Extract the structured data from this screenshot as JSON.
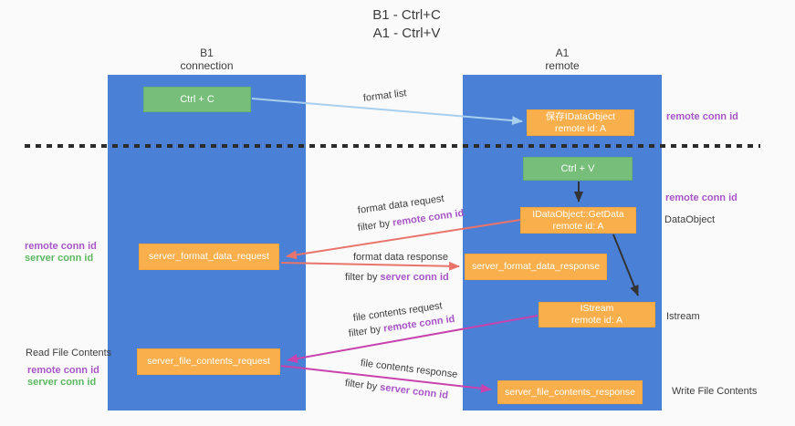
{
  "title": {
    "line1": "B1 - Ctrl+C",
    "line2": "A1 - Ctrl+V"
  },
  "columns": {
    "left": {
      "header_line1": "B1",
      "header_line2": "connection"
    },
    "right": {
      "header_line1": "A1",
      "header_line2": "remote"
    }
  },
  "boxes": {
    "ctrl_c": "Ctrl + C",
    "ctrl_v": "Ctrl + V",
    "save_idataobject": {
      "line1": "保存IDataObject",
      "line2": "remote id: A"
    },
    "getdata": {
      "line1": "IDataObject::GetData",
      "line2": "remote id: A"
    },
    "istream": {
      "line1": "IStream",
      "line2": "remote id: A"
    },
    "server_format_data_request": "server_format_data_request",
    "server_format_data_response": "server_format_data_response",
    "server_file_contents_request": "server_file_contents_request",
    "server_file_contents_response": "server_file_contents_response"
  },
  "side_labels": {
    "right_remote_conn_id_top": "remote conn id",
    "right_remote_conn_id_mid": "remote conn id",
    "right_dataobject": "DataObject",
    "right_istream": "Istream",
    "right_write_file_contents": "Write File Contents",
    "left_remote_conn_id_1": "remote conn id",
    "left_server_conn_id_1": "server conn id",
    "left_read_file_contents": "Read File Contents",
    "left_remote_conn_id_2": "remote conn id",
    "left_server_conn_id_2": "server conn id"
  },
  "flow_labels": {
    "format_list": "format list",
    "fmt_req": "format data request",
    "fmt_req_filter_prefix": "filter by",
    "fmt_req_filter_id": "remote conn id",
    "fmt_resp": "format data response",
    "fmt_resp_filter_prefix": "filter by",
    "fmt_resp_filter_id": "server conn id",
    "file_req": "file contents request",
    "file_req_filter_prefix": "filter by",
    "file_req_filter_id": "remote conn id",
    "file_resp": "file contents response",
    "file_resp_filter_prefix": "filter by",
    "file_resp_filter_id": "server conn id"
  },
  "colors": {
    "column_blue": "#4a80d6",
    "box_green": "#76be79",
    "box_orange": "#f9af4b",
    "arrow_lightblue": "#a8cfee",
    "arrow_black": "#333333",
    "arrow_salmon": "#e8746c",
    "arrow_magenta": "#c843ae",
    "text_purple": "#a855c7",
    "text_green": "#5cb860"
  }
}
